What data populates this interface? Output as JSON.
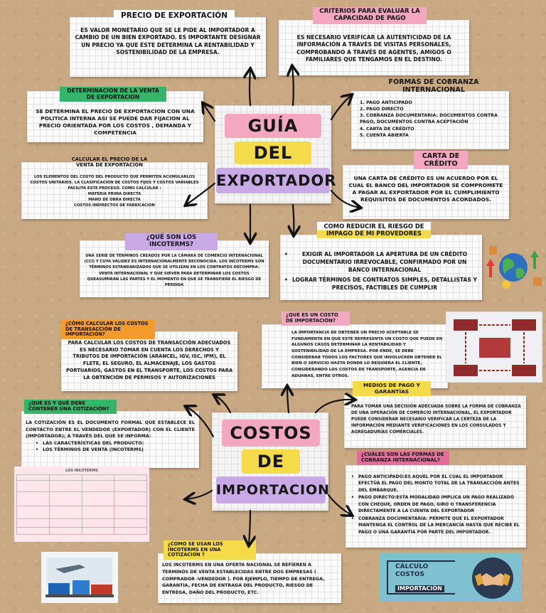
{
  "guide": {
    "title_line1": "GUÍA",
    "title_line2": "DEL",
    "title_line3": "EXPORTADOR",
    "precio": {
      "title": "PRECIO DE EXPORTACIÓN",
      "text": "ES VALOR MONETARIO QUE SE LE PIDE AL IMPORTADOR A CAMBIO DE UN BIEN EXPORTADO. ES IMPORTANTE DESIGNAR UN PRECIO YA QUE ÉSTE DETERMINA LA RENTABILIDAD Y SOSTENIBILIDAD DE LA EMPRESA."
    },
    "criterios": {
      "title": "CRITERIOS PARA EVALUAR LA CAPACIDAD DE PAGO",
      "text": "ES NECESARIO VERIFICAR LA AUTENTICIDAD DE LA INFORMACIÓN A TRAVÉS DE VISITAS PERSONALES, COMPROBANDO A TRAVÉS DE AGENTES, AMIGOS O FAMILIARES QUE TENGAMOS EN EL DESTINO."
    },
    "determinacion": {
      "title": "DETERMINACION DE LA VENTA DE EXPORTACION",
      "text": "SE DETERMINA EL PRECIO DE EXPORTACION CON UNA POLITICA INTERNA ASI SE PUEDE DAR FIJACION AL PRECIO ORIENTADA POR LOS COSTOS , DEMANDA Y COMPETENCIA"
    },
    "formas": {
      "title": "FORMAS DE COBRANZA INTERNACIONAL",
      "items": [
        "1. PAGO ANTICIPADO",
        "2. PAGO DIRECTO",
        "3. COBRANZA DOCUMENTARIA: DOCUMENTOS CONTRA PAGO, DOCUMENTOS CONTRA ACEPTACIÓN",
        "4. CARTA DE CRÉDITO",
        "5. CUENTA ABIERTA"
      ]
    },
    "calcular": {
      "title": "CALCULAR EL PRECIO DE LA VENTA DE EXPORTACION",
      "lines": [
        "LOS ELEMENTOS DEL COSTO DEL PRODUCTO QUE PERMITEN ACUMULARLOS COSTOS UNITARIOS. LA CLASIFICACIÓN DE COSTOS FIJOS Y COSTOS VARIABLES FACILITA ESTE PROCESO. COMO CALCULAR :",
        "MATERIA PRIMA DIRECTA",
        "MANO DE OBRA DIRECTA",
        "COSTOS INDIRECTOS DE FABRICACION"
      ]
    },
    "carta": {
      "title": "CARTA DE CRÉDITO",
      "text": "UNA CARTA DE CRÉDITO ES UN ACUERDO POR EL CUAL EL BANCO DEL IMPORTADOR SE COMPROMETE A PAGAR AL EXPORTADOR POR EL CUMPLIMIENTO REQUISITOS DE DOCUMENTOS ACORDADOS."
    },
    "incoterms": {
      "title": "¿QUÉ SON LOS INCOTERMS?",
      "text": "UNA SERIE DE TÉRMINOS CREADOS POR LA CÁMARA DE COMERCIO INTERNACIONAL (CCI) Y CUYA VALIDEZ ES INTERNACIONALMENTE RECONOCIDA. LOS INCOTERMS SON TÉRMINOS ESTANDARIZADOS QUE SE UTILIZAN EN LOS CONTRATOS DECOMPRA-VENTA INTERNACIONAL Y QUE SIRVEN PARA DETERMINAR LOS COSTOS QUEASUMIRÁN LAS PARTES Y EL MOMENTO EN QUE SE TRANSFIERE EL RIESGO DE PÉRDIDA"
    },
    "riesgo": {
      "title": "COMO REDUCIR EL RIESGO DE IMPAGO DE MI PROVEDORES",
      "items": [
        "EXIGIR AL IMPORTADOR LA APERTURA DE UN CRÉDITO DOCUMENTARIO IRREVOCABLE, CONFIRMADO POR UN BANCO INTERNACIONAL",
        "LOGRAR TÉRMINOS DE CONTRATOS SIMPLES, DETALLISTAS Y PRECISOS, FACTIBLES DE CUMPLIR"
      ]
    }
  },
  "import": {
    "title_line1": "COSTOS",
    "title_line2": "DE",
    "title_line3": "IMPORTACION",
    "calcular": {
      "title": "¿CÓMO CALCULAR LOS COSTOS DE TRANSACCIÓN DE IMPORTACIÓN?",
      "text": "PARA CALCULAR LOS COSTOS DE TRANSACCIÓN ADECUADOS ES NECESARIO TOMAR EN CUENTA LOS DERECHOS Y TRIBUTOS DE IMPORTACIÓN (ARANCEL, IGV, ISC, IPM), EL FLETE, EL SEGURO, EL ALMACENAJE, LOS GASTOS PORTUARIOS, GASTOS EN EL TRANSPORTE, LOS COSTOS PARA LA OBTENCIÓN DE PERMISOS Y AUTORIZACIONES"
    },
    "costo": {
      "title": "¿QUÉ ES UN COSTO DE IMPORTACIÓN?",
      "text": "LA IMPORTANCIA DE OBTENER UN PRECIO ACEPTABLE SE FUNDAMENTA EN QUE ESTE REPRESENTA UN COSTO QUE PUEDE EN ALGUNOS CASOS DETERMINAR LA RENTABILIDAD Y SOSTENIBILIDAD DE LA EMPRESA. POR ENDE, SE DEBE CONSIDERAR TODOS LOS FACTORES QUE INVOLUCREN OBTENER EL BIEN O SERVICIO HASTA DONDE LO REQUIERA EL CLIENTE, CONSIDERANDO LOS COSTOS DE TRANSPORTE, AGENCIA DE ADUANAS, ENTRE OTROS."
    },
    "cotizacion": {
      "title": "¿QUÉ ES Y QUÉ DEBE CONTENER UNA COTIZACIÓN?",
      "text": "LA COTIZACIÓN ES EL DOCUMENTO FORMAL QUE ESTABLECE EL CONTACTO ENTRE EL VENDEDOR (EXPORTADOR) CON EL CLIENTE (IMPORTADOR); A TRAVÉS DEL QUE SE INFORMA:",
      "items": [
        "LAS CARACTERÍSTICAS DEL PRODUCTO:",
        "LOS TÉRMINOS DE VENTA (INCOTERMS)"
      ]
    },
    "medios": {
      "title": "MEDIOS DE PAGO Y GARANTÍAS",
      "text": "PARA TOMAR UNA DECISIÓN ADECUADA SOBRE LA FORMA DE COBRANZA DE UNA OPERACIÓN DE COMERCIO INTERNACIONAL, EL EXPORTADOR PUEDE CONSIDERAR NECESARIO VERIFICAR LA CERTEZA DE LA INFORMACIÓN MEDIANTE VERIFICACIONES EN LOS CONSULADOS Y AGREGADURÍAS COMERCIALES."
    },
    "formas": {
      "title": "¿CUÁLES SON LAS FORMAS DE COBRANZA INTERNACIONAL?",
      "items": [
        "PAGO ANTICIPADO:ES AQUEL POR EL CUAL EL IMPORTADOR EFECTÚA EL PAGO DEL MONTO TOTAL DE LA TRANSACCIÓN ANTES DEL EMBARQUE.",
        "PAGO DIRECTO:ESTA MODALIDAD IMPLICA UN PAGO REALIZADO CON CHEQUE, ORDEN DE PAGO, GIRO O TRANSFERENCIA DIRECTAMENTE A LA CUENTA DEL EXPORTADOR",
        "COBRANZA DOCUMENTARIA: PERMITE QUE EL EXPORTADOR MANTENGA EL CONTROL DE LA MERCANCÍA HASTA QUE RECIBE EL PAGO O UNA GARANTÍA POR PARTE DEL IMPORTADOR."
      ]
    },
    "usan": {
      "title": "¿COMO SE USAN LOS INCOTERMS EN UNA COTIZACION ?",
      "text": "LOS INCOTERMS EN UNA OFERTA NACIONAL SE REFIEREN A TERMINOS DE VENTA ESTABLECIDAS ENTRE DOS EMPRESAS ( COMPRADOR -VENDEDOR ). POR EJEMPLO, TIEMPO DE ENTREGA, GARANTIA, FECHA DE ENTRAGA DEL PRODUCTO, RIESGO DE ENTREGA, DAÑO DEL PRODUCTO, ETC."
    },
    "calc_image": {
      "line1": "CÁLCULO",
      "line2": "COSTOS",
      "line3": "IMPORTACIÓN"
    },
    "incoterms_table_title": "LOS INCOTERMS"
  },
  "colors": {
    "pink": "#f3a7c0",
    "yellow": "#f5db4a",
    "purple": "#c9a9e6",
    "green": "#33b56a",
    "orange": "#f59a2c",
    "magenta": "#e76b9a",
    "cork": "#c9a983"
  },
  "icons": [
    "globe-money-icon",
    "logistics-icon",
    "business-diagram-icon",
    "handshake-icon"
  ]
}
